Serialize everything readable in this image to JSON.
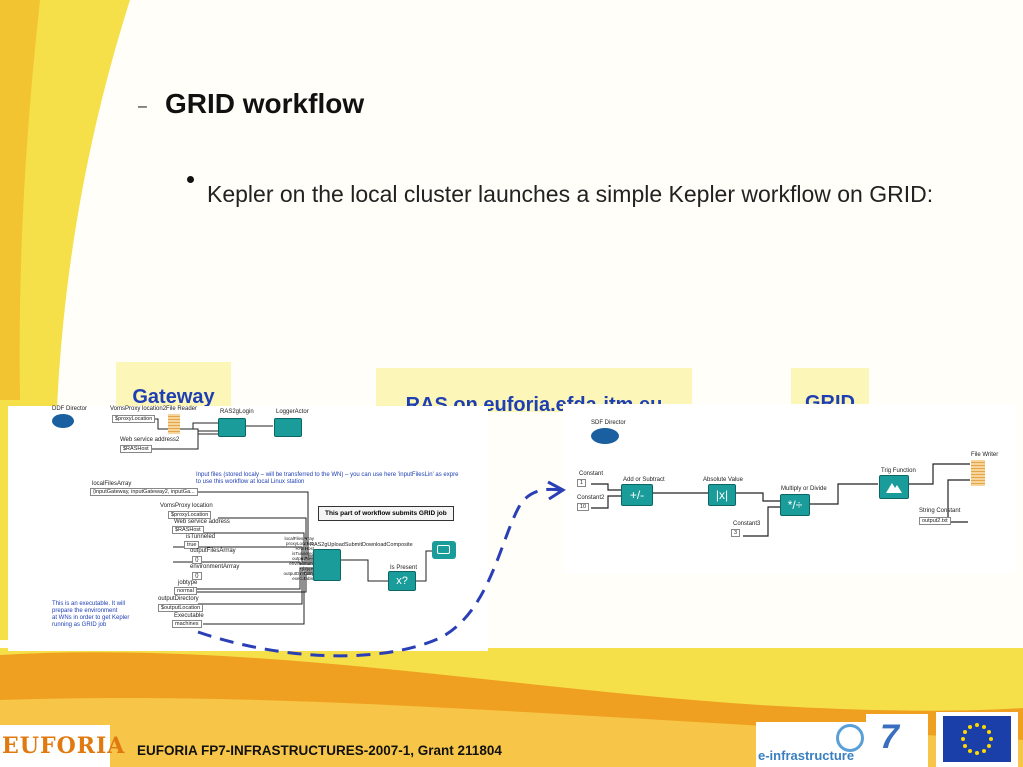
{
  "slide": {
    "heading_dash": "–",
    "heading": "GRID workflow",
    "bullet": "Kepler on the local cluster launches a simple Kepler workflow on GRID:"
  },
  "tags": {
    "gateway": "Gateway",
    "ras": "RAS on euforia.efda-itm.eu",
    "grid": "GRID"
  },
  "left_workflow": {
    "director": "DDF Director",
    "voms_label": "VomsProxy location2",
    "voms_value": "$proxyLocation",
    "file_reader": "File Reader",
    "ras2glogin": "RAS2gLogin",
    "logger": "LoggerActor",
    "ws_label": "Web service address2",
    "ws_value": "$RASHost",
    "note_input": "Input files (stored localy – will be transferred to the WN) – you can use here 'inputFilesLin' as expre",
    "note_input2": "to use this workflow at local Linux station",
    "local_files_label": "localFilesArray",
    "local_files_value": "{inputGateway, inputGateway2, inputGa...",
    "voms2_label": "VomsProxy location",
    "voms2_value": "$proxyLocation",
    "ws2_label": "Web service address",
    "ws2_value": "$RASHost",
    "tunneled_label": "isTunneled",
    "tunneled_value": "true",
    "output_files_label": "outputFilesArrray",
    "output_files_value": "{}",
    "env_label": "environmentArrray",
    "env_value": "{}",
    "jobtype_label": "jobtype",
    "jobtype_value": "normal",
    "outdir_label": "outputDirectory",
    "outdir_value": "$outputLocation",
    "exec_label": "Executable",
    "exec_value": "machines",
    "submit_note": "This part of workflow submits GRID job",
    "submit_actor": "RAS2gUploadSubmitDownloadComposite",
    "is_present": "Is Present",
    "is_present_symbol": "x?",
    "exe_note": [
      "This is an executable. It will",
      "prepare the environment",
      "at WNs in order to get Kepler",
      "running as GRID job"
    ],
    "port_labels": [
      "localFilesArray",
      "proxyLocation",
      "RASHost",
      "isTunneled",
      "outputFiles",
      "environment",
      "jobtype",
      "outputDirectory",
      "executable"
    ]
  },
  "right_workflow": {
    "director": "SDF Director",
    "constant_label": "Constant",
    "constant_value": "1",
    "constant2_label": "Constant2",
    "constant2_value": "10",
    "add_label": "Add or Subtract",
    "add_symbol": "+/-",
    "abs_label": "Absolute Value",
    "abs_symbol": "|x|",
    "mul_label": "Multiply or Divide",
    "mul_symbol": "*/÷",
    "constant3_label": "Constant3",
    "constant3_value": "3",
    "trig_label": "Trig Function",
    "writer_label": "File Writer",
    "string_label": "String Constant",
    "string_value": "output2.txt"
  },
  "footer": {
    "text": "EUFORIA FP7-INFRASTRUCTURES-2007-1, Grant 211804",
    "logo_left": "EUFORIA",
    "logo_einfra": "e-infrastructure",
    "logo_fp7": "7"
  },
  "colors": {
    "tag_bg": "#fdf6b9",
    "tag_text": "#1e3fb3",
    "actor": "#1a9c9a",
    "swoosh_yellow": "#f5e04a",
    "swoosh_orange": "#f0a020",
    "eu_blue": "#1a3fa8",
    "eu_star": "#ffd800"
  }
}
